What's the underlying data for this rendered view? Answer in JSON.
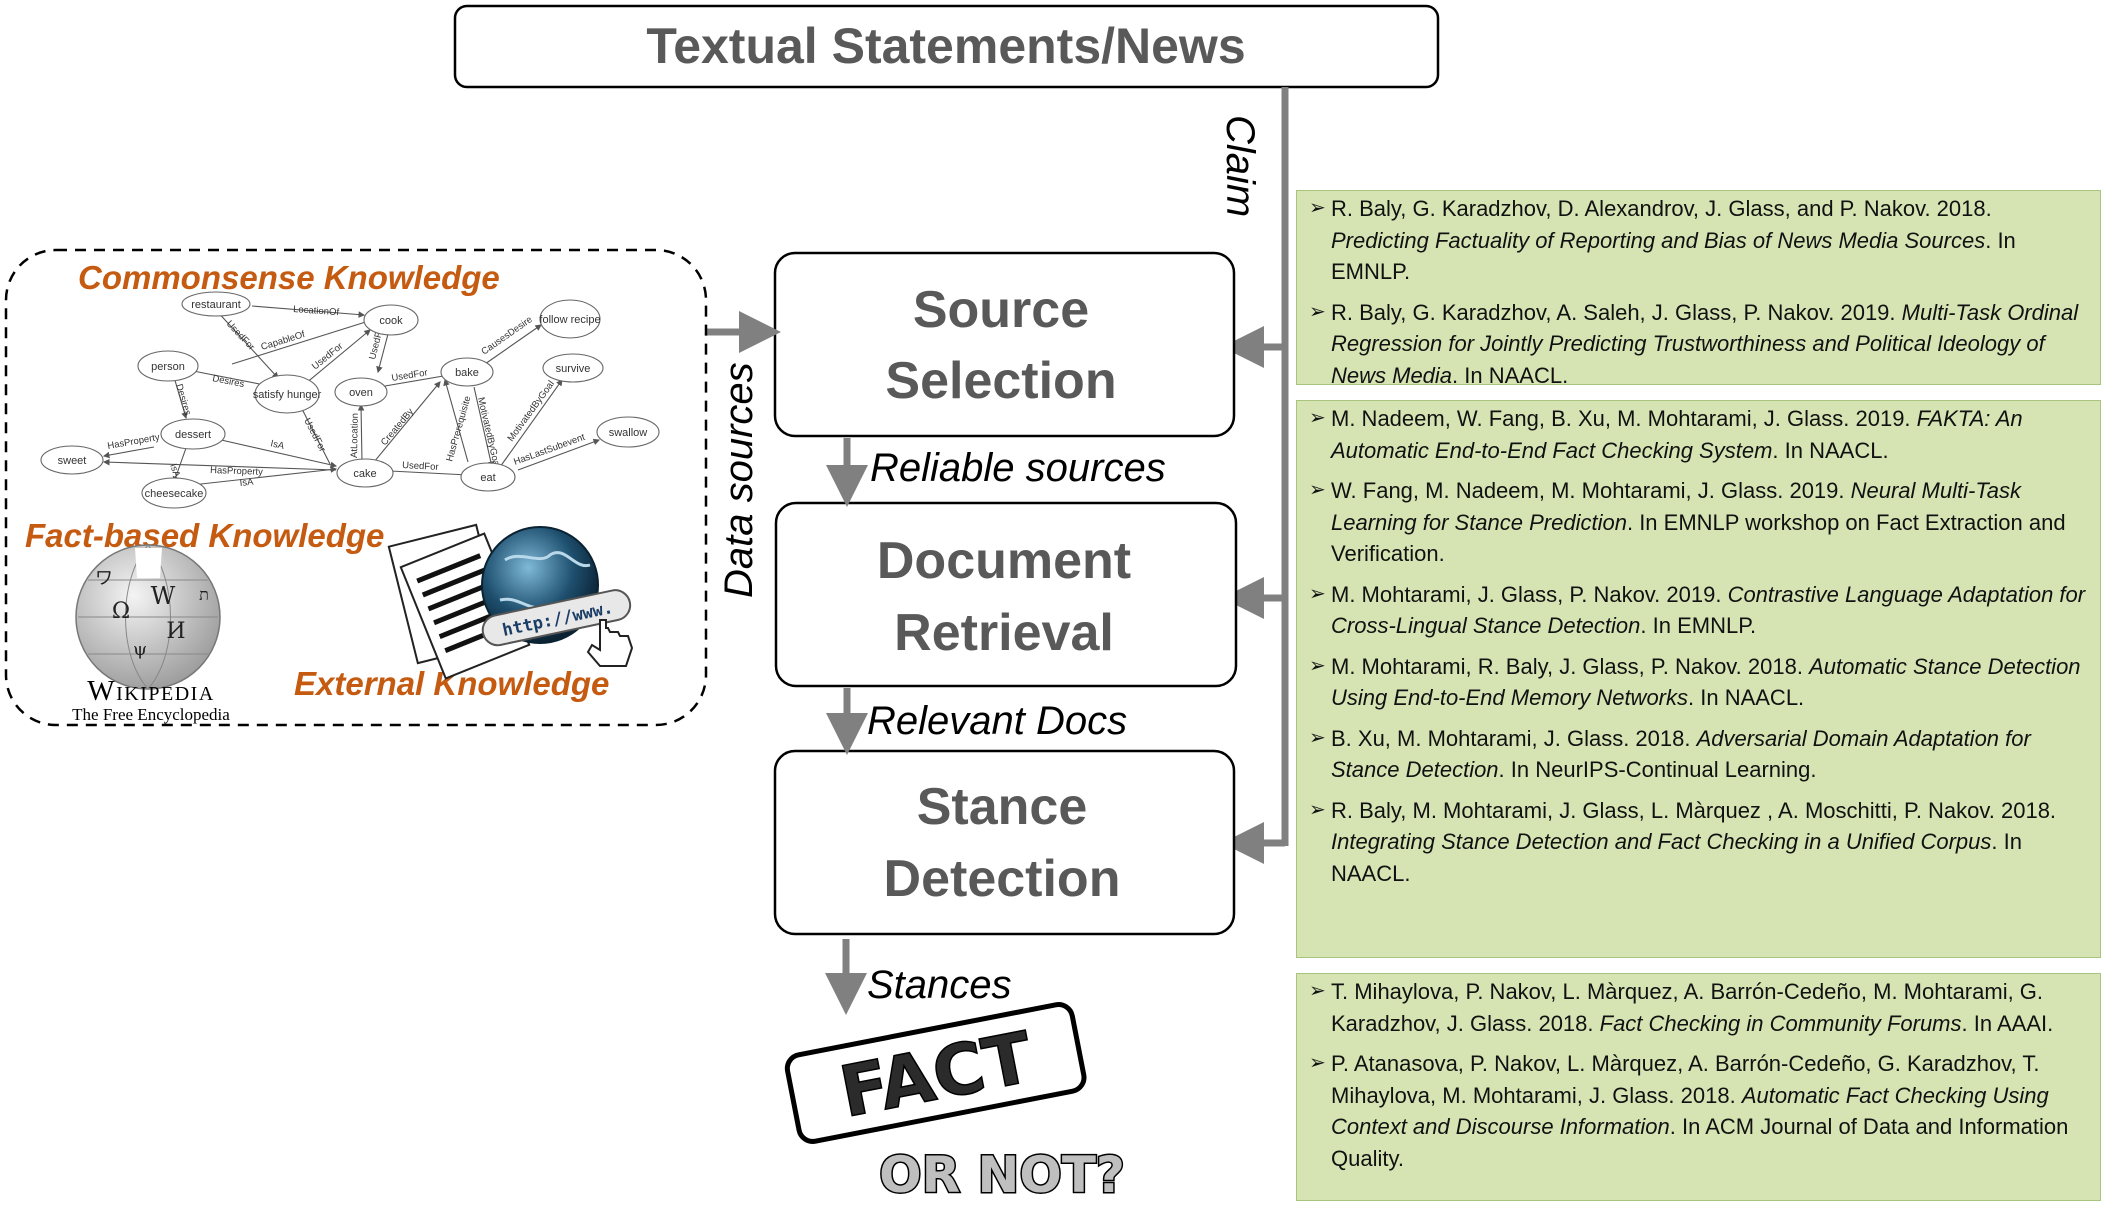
{
  "header": {
    "title": "Textual Statements/News"
  },
  "pipeline": {
    "boxes": [
      {
        "id": "source-selection",
        "lines": [
          "Source",
          "Selection"
        ]
      },
      {
        "id": "document-retrieval",
        "lines": [
          "Document",
          "Retrieval"
        ]
      },
      {
        "id": "stance-detection",
        "lines": [
          "Stance",
          "Detection"
        ]
      }
    ],
    "arrow_labels": {
      "claim": "Claim",
      "data_sources": "Data sources",
      "reliable_sources": "Reliable sources",
      "relevant_docs": "Relevant Docs",
      "stances": "Stances"
    }
  },
  "knowledge": {
    "commonsense": "Commonsense Knowledge",
    "fact_based": "Fact-based Knowledge",
    "external": "External Knowledge",
    "wikipedia_title": "Wikipedia",
    "wikipedia_subtitle": "The Free Encyclopedia",
    "browser_text": "http://www.",
    "graph": {
      "nodes": [
        "restaurant",
        "cook",
        "follow recipe",
        "person",
        "satisfy hunger",
        "oven",
        "bake",
        "survive",
        "dessert",
        "sweet",
        "cheesecake",
        "cake",
        "eat",
        "swallow"
      ],
      "edges": [
        "LocationOf",
        "UsedFor",
        "CapableOf",
        "UsedFor",
        "UsedFor",
        "CausesDesire",
        "Desires",
        "Desires",
        "UsedFor",
        "UsedFor",
        "AtLocation",
        "CreatedBy",
        "MotivatedByGoal",
        "MotivatedByGoal",
        "HasProperty",
        "IsA",
        "HasProperty",
        "IsA",
        "IsA",
        "UsedFor",
        "HasPrerequisite",
        "HasLastSubevent"
      ]
    }
  },
  "conclusion": {
    "fact": "FACT",
    "or_not": "OR NOT?"
  },
  "references": [
    {
      "items": [
        {
          "plain": "R. Baly, G. Karadzhov, D. Alexandrov, J. Glass, and P. Nakov. 2018. ",
          "title": "Predicting Factuality of Reporting and Bias of News Media Sources",
          "venue": ". In EMNLP."
        },
        {
          "plain": "R. Baly, G. Karadzhov, A. Saleh, J. Glass, P. Nakov. 2019. ",
          "title": "Multi-Task Ordinal Regression for Jointly Predicting Trustworthiness and Political Ideology of News Media",
          "venue": ". In NAACL."
        }
      ]
    },
    {
      "items": [
        {
          "plain": "M. Nadeem, W. Fang, B. Xu, M. Mohtarami, J. Glass. 2019. ",
          "title": "FAKTA: An Automatic End-to-End Fact Checking System",
          "venue": ". In NAACL."
        },
        {
          "plain": "W. Fang, M. Nadeem, M. Mohtarami, J. Glass. 2019. ",
          "title": "Neural Multi-Task Learning for Stance Prediction",
          "venue": ". In EMNLP workshop on Fact Extraction and Verification."
        },
        {
          "plain": "M. Mohtarami, J. Glass, P. Nakov. 2019. ",
          "title": "Contrastive Language Adaptation for Cross-Lingual Stance Detection",
          "venue": ". In EMNLP."
        },
        {
          "plain": "M. Mohtarami, R. Baly, J. Glass, P. Nakov. 2018. ",
          "title": "Automatic Stance Detection Using End-to-End Memory Networks",
          "venue": ". In NAACL."
        },
        {
          "plain": "B. Xu, M. Mohtarami, J. Glass. 2018. ",
          "title": "Adversarial Domain Adaptation for Stance Detection",
          "venue": ". In NeurIPS-Continual Learning."
        },
        {
          "plain": "R. Baly, M. Mohtarami, J. Glass, L. Màrquez , A. Moschitti, P. Nakov. 2018. ",
          "title": "Integrating Stance Detection and Fact Checking in a Unified Corpus",
          "venue": ". In NAACL."
        }
      ]
    },
    {
      "items": [
        {
          "plain": "T. Mihaylova, P. Nakov, L. Màrquez, A. Barrón-Cedeño, M. Mohtarami, G. Karadzhov, J. Glass. 2018. ",
          "title": "Fact Checking in Community Forums",
          "venue": ". In AAAI."
        },
        {
          "plain": "P. Atanasova, P. Nakov, L. Màrquez, A. Barrón-Cedeño, G. Karadzhov, T. Mihaylova, M. Mohtarami, J. Glass. 2018. ",
          "title": "Automatic Fact Checking Using Context and Discourse Information",
          "venue": ". In ACM Journal of Data and Information Quality."
        }
      ]
    }
  ],
  "colors": {
    "box_text": "#595959",
    "arrow": "#808080",
    "orange": "#c55a11",
    "panel_fill": "#d6e4b4",
    "panel_border": "#a9c47f"
  }
}
